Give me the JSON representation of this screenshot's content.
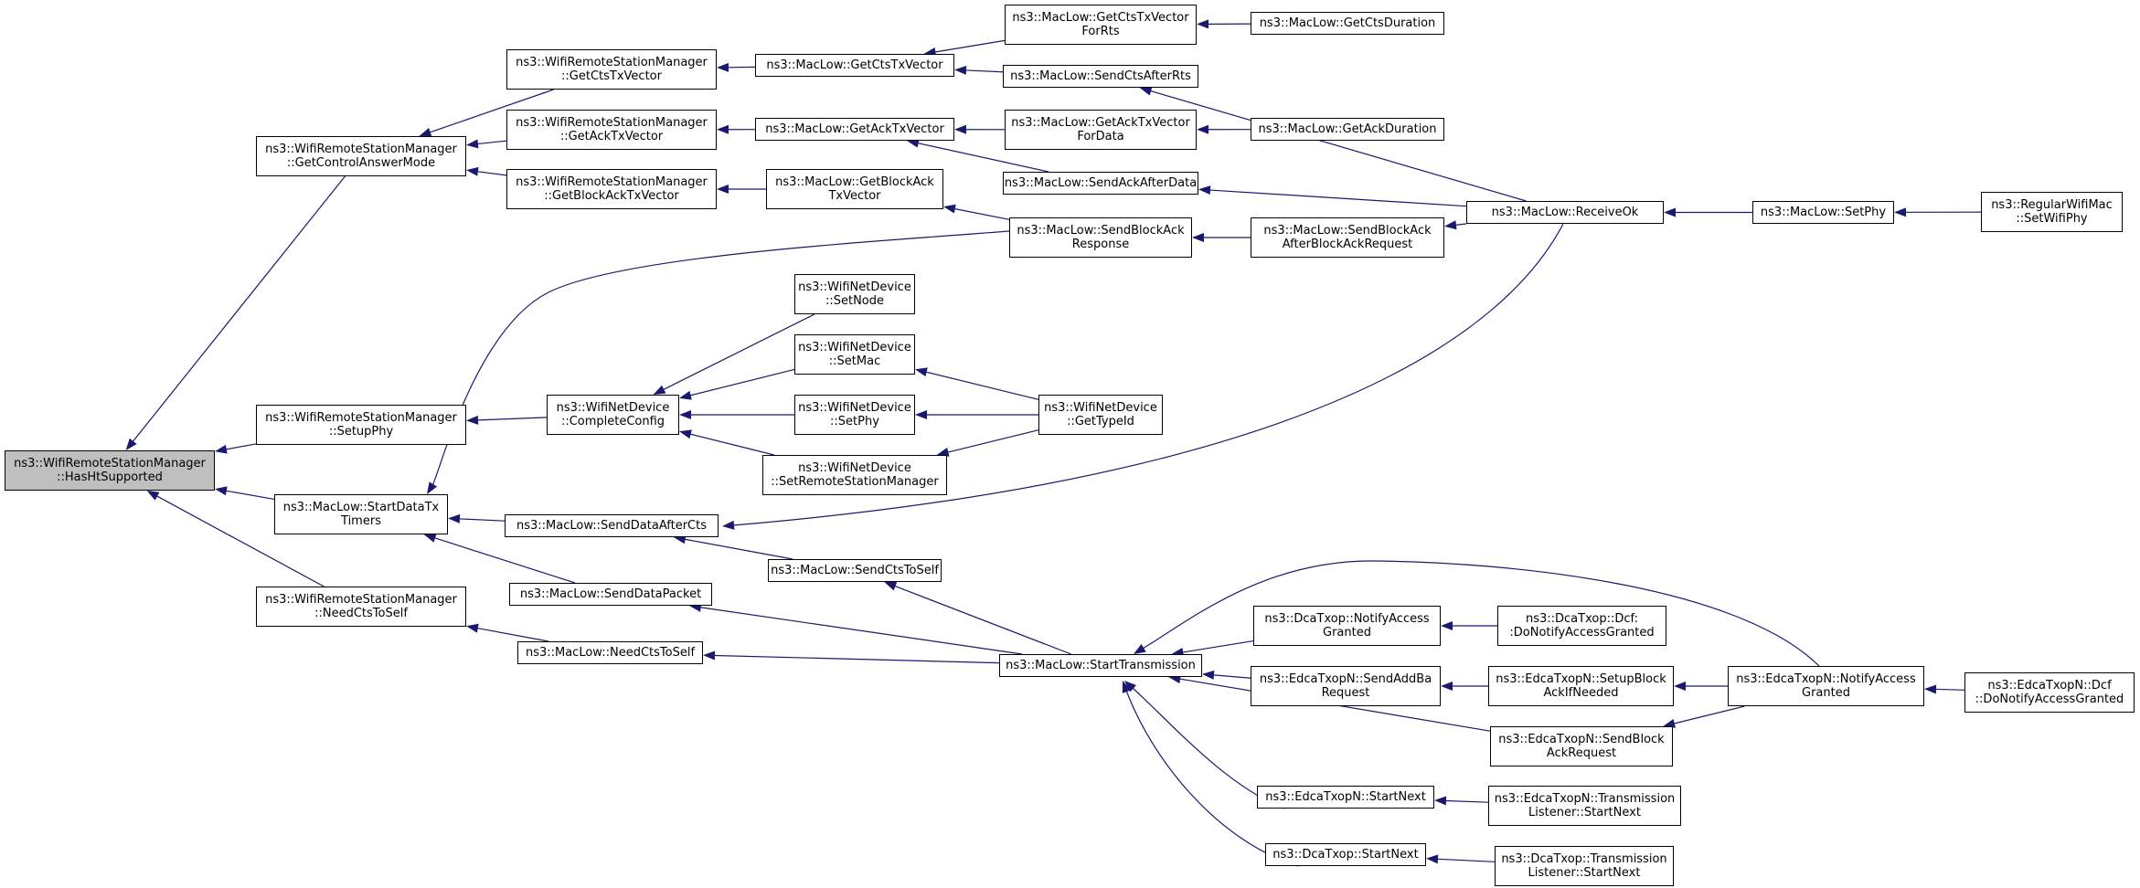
{
  "nodes": {
    "root": [
      "ns3::WifiRemoteStationManager",
      "::HasHtSupported"
    ],
    "getControlAnswerMode": [
      "ns3::WifiRemoteStationManager",
      "::GetControlAnswerMode"
    ],
    "setupPhy": [
      "ns3::WifiRemoteStationManager",
      "::SetupPhy"
    ],
    "startDataTxTimers": [
      "ns3::MacLow::StartDataTx",
      "Timers"
    ],
    "needCtsToSelfRsm": [
      "ns3::WifiRemoteStationManager",
      "::NeedCtsToSelf"
    ],
    "getCtsTxVectorRsm": [
      "ns3::WifiRemoteStationManager",
      "::GetCtsTxVector"
    ],
    "getAckTxVectorRsm": [
      "ns3::WifiRemoteStationManager",
      "::GetAckTxVector"
    ],
    "getBlockAckTxVectorRsm": [
      "ns3::WifiRemoteStationManager",
      "::GetBlockAckTxVector"
    ],
    "completeConfig": [
      "ns3::WifiNetDevice",
      "::CompleteConfig"
    ],
    "sendDataAfterCts": [
      "ns3::MacLow::SendDataAfterCts"
    ],
    "sendDataPacket": [
      "ns3::MacLow::SendDataPacket"
    ],
    "needCtsToSelfMac": [
      "ns3::MacLow::NeedCtsToSelf"
    ],
    "getCtsTxVectorMac": [
      "ns3::MacLow::GetCtsTxVector"
    ],
    "getAckTxVectorMac": [
      "ns3::MacLow::GetAckTxVector"
    ],
    "getBlockAckTxVectorMac": [
      "ns3::MacLow::GetBlockAck",
      "TxVector"
    ],
    "setNode": [
      "ns3::WifiNetDevice",
      "::SetNode"
    ],
    "setMac": [
      "ns3::WifiNetDevice",
      "::SetMac"
    ],
    "setPhyDev": [
      "ns3::WifiNetDevice",
      "::SetPhy"
    ],
    "setRemoteStationManager": [
      "ns3::WifiNetDevice",
      "::SetRemoteStationManager"
    ],
    "sendCtsToSelf": [
      "ns3::MacLow::SendCtsToSelf"
    ],
    "getCtsTxVectorForRts": [
      "ns3::MacLow::GetCtsTxVector",
      "ForRts"
    ],
    "sendCtsAfterRts": [
      "ns3::MacLow::SendCtsAfterRts"
    ],
    "getAckTxVectorForData": [
      "ns3::MacLow::GetAckTxVector",
      "ForData"
    ],
    "sendAckAfterData": [
      "ns3::MacLow::SendAckAfterData"
    ],
    "sendBlockAckResponse": [
      "ns3::MacLow::SendBlockAck",
      "Response"
    ],
    "getTypeId": [
      "ns3::WifiNetDevice",
      "::GetTypeId"
    ],
    "startTransmission": [
      "ns3::MacLow::StartTransmission"
    ],
    "getCtsDuration": [
      "ns3::MacLow::GetCtsDuration"
    ],
    "getAckDuration": [
      "ns3::MacLow::GetAckDuration"
    ],
    "sendBlockAckAfterBar": [
      "ns3::MacLow::SendBlockAck",
      "AfterBlockAckRequest"
    ],
    "dcaNotifyAccessGranted": [
      "ns3::DcaTxop::NotifyAccess",
      "Granted"
    ],
    "edcaSendAddBaRequest": [
      "ns3::EdcaTxopN::SendAddBa",
      "Request"
    ],
    "edcaStartNext": [
      "ns3::EdcaTxopN::StartNext"
    ],
    "dcaStartNext": [
      "ns3::DcaTxop::StartNext"
    ],
    "receiveOk": [
      "ns3::MacLow::ReceiveOk"
    ],
    "dcfDoNotifyAccessGranted": [
      "ns3::DcaTxop::Dcf:",
      ":DoNotifyAccessGranted"
    ],
    "edcaSetupBlockAckIfNeeded": [
      "ns3::EdcaTxopN::SetupBlock",
      "AckIfNeeded"
    ],
    "edcaSendBlockAckRequest": [
      "ns3::EdcaTxopN::SendBlock",
      "AckRequest"
    ],
    "edcaTransmissionListenerStartNext": [
      "ns3::EdcaTxopN::Transmission",
      "Listener::StartNext"
    ],
    "dcaTransmissionListenerStartNext": [
      "ns3::DcaTxop::Transmission",
      "Listener::StartNext"
    ],
    "macLowSetPhy": [
      "ns3::MacLow::SetPhy"
    ],
    "edcaNotifyAccessGranted": [
      "ns3::EdcaTxopN::NotifyAccess",
      "Granted"
    ],
    "regularWifiMacSetWifiPhy": [
      "ns3::RegularWifiMac",
      "::SetWifiPhy"
    ],
    "edcaDcfDoNotifyAccessGranted": [
      "ns3::EdcaTxopN::Dcf",
      "::DoNotifyAccessGranted"
    ]
  },
  "colors": {
    "edge": "#191970",
    "root_fill": "#bfbfbf",
    "node_border": "#000000"
  }
}
